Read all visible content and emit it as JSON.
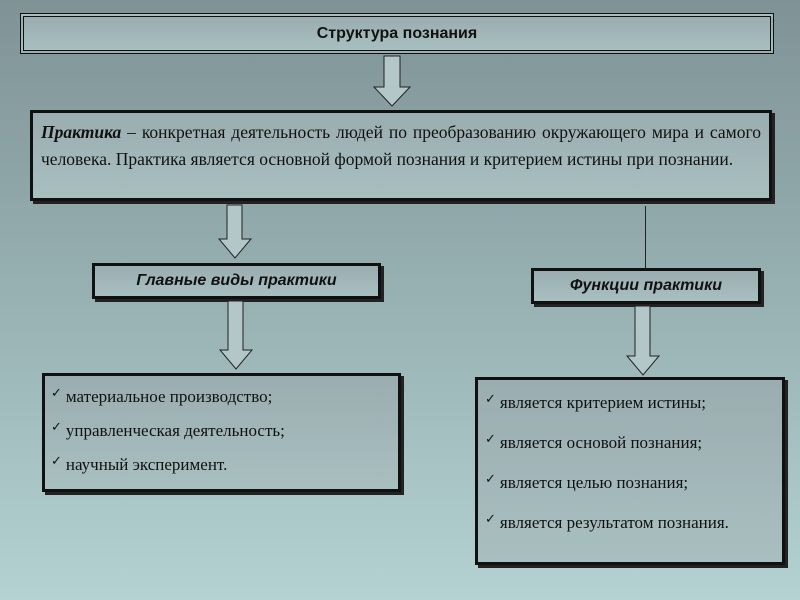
{
  "title": "Структура познания",
  "definition": {
    "term": "Практика",
    "text": " – конкретная деятельность людей по преобразованию окружающего мира и самого человека. Практика является основной формой познания и критерием истины при познании."
  },
  "types": {
    "heading": "Главные виды практики",
    "items": [
      "материальное производство;",
      "управленческая деятельность;",
      "научный эксперимент."
    ]
  },
  "functions": {
    "heading": "Функции практики",
    "items": [
      "является критерием истины;",
      "является основой познания;",
      "является целью познания;",
      "является результатом познания."
    ]
  },
  "bullet_glyph": "✓"
}
